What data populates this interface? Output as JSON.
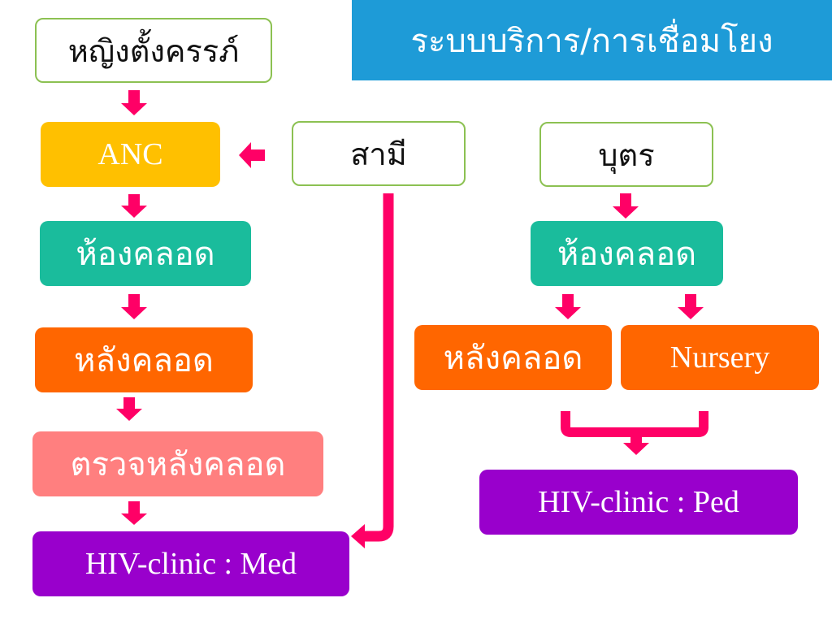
{
  "title": "ระบบบริการ/การเชื่อมโยง",
  "colors": {
    "title_bg": "#1e9bd7",
    "outline_border": "#8cc152",
    "anc": "#ffc000",
    "labor": "#1abc9c",
    "postpartum": "#ff6600",
    "postpartum_exam": "#ff7f7f",
    "hiv_clinic": "#9900cc",
    "arrow": "#ff0066"
  },
  "nodes": {
    "pregnant_woman": "หญิงตั้งครรภ์",
    "anc": "ANC",
    "labor_room_left": "ห้องคลอด",
    "postpartum_left": "หลังคลอด",
    "postpartum_exam": "ตรวจหลังคลอด",
    "hiv_clinic_med": "HIV-clinic : Med",
    "husband": "สามี",
    "child": "บุตร",
    "labor_room_right": "ห้องคลอด",
    "postpartum_right": "หลังคลอด",
    "nursery": "Nursery",
    "hiv_clinic_ped": "HIV-clinic : Ped"
  }
}
